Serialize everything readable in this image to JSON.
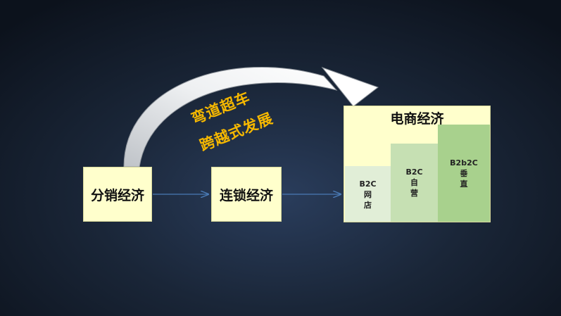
{
  "boxes": {
    "fenxiao": "分销经济",
    "liansuo": "连锁经济",
    "dianshang": "电商经济"
  },
  "sub_boxes": [
    {
      "line1": "B2C",
      "line2": "网",
      "line3": "店"
    },
    {
      "line1": "B2C",
      "line2": "自",
      "line3": "营"
    },
    {
      "line1": "B2b2C",
      "line2": "垂",
      "line3": "直"
    }
  ],
  "curve_label": {
    "line1": "弯道超车",
    "line2": "跨越式发展"
  },
  "colors": {
    "box_fill": "#ffffcc",
    "sub_light": "#e1eed7",
    "sub_mid": "#c6e0b3",
    "sub_dark": "#a8d18d",
    "accent_text": "#f6b800",
    "connector": "#4a7ab5"
  }
}
